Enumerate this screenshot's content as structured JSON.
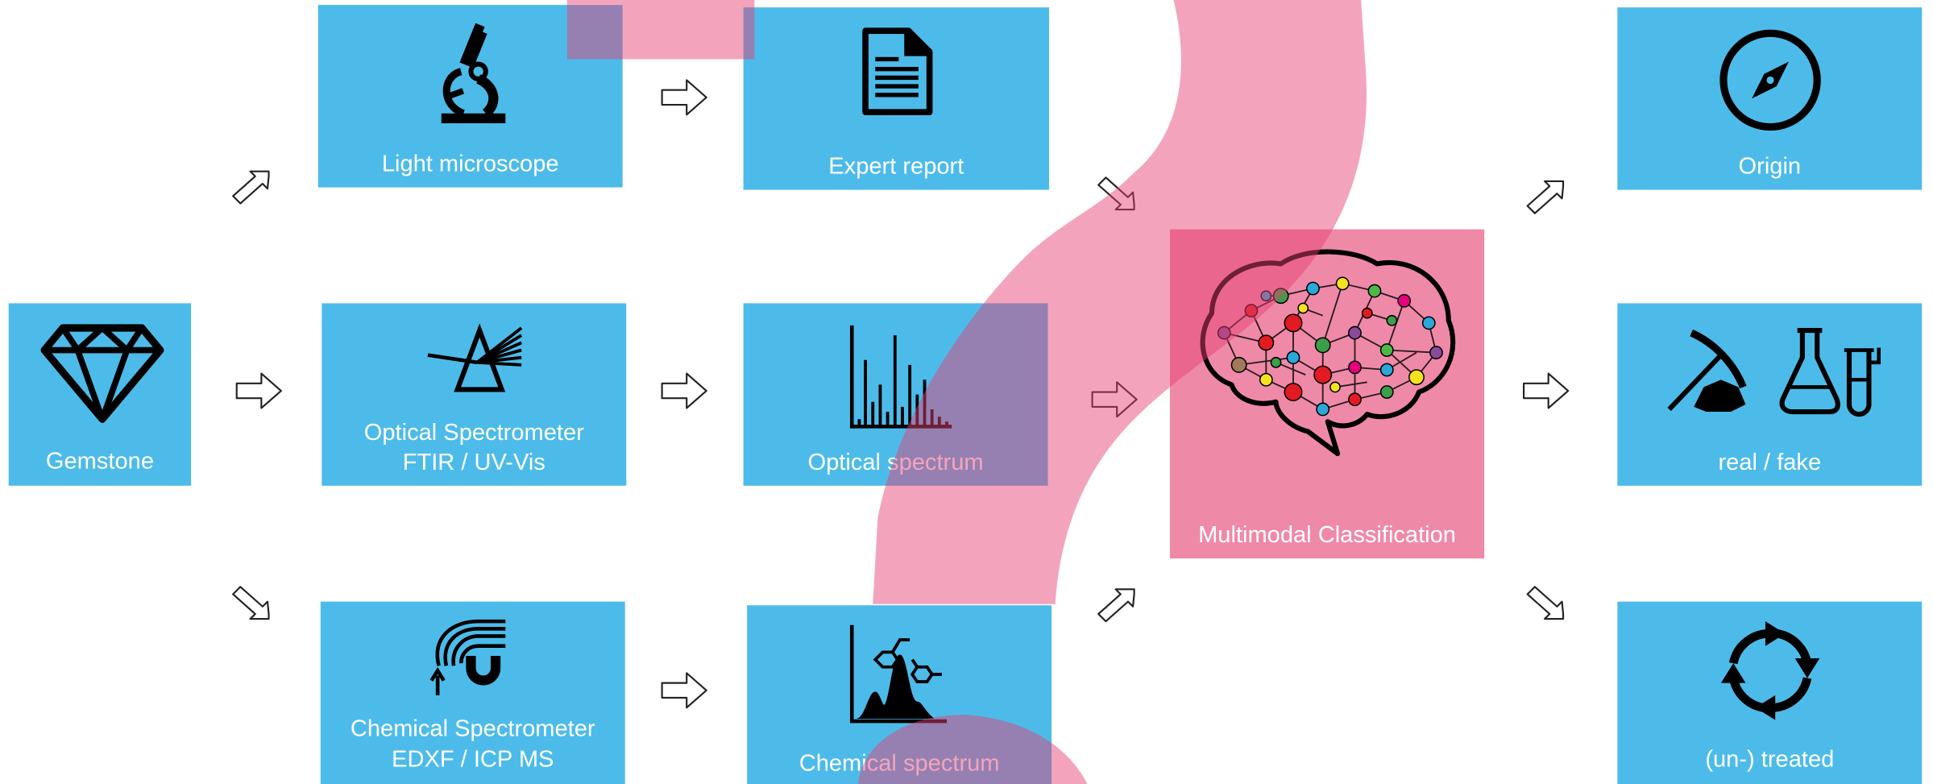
{
  "labels": {
    "gemstone": "Gemstone",
    "light_microscope": "Light microscope",
    "optical_spectrometer_1": "Optical Spectrometer",
    "optical_spectrometer_2": "FTIR / UV-Vis",
    "chemical_spectrometer_1": "Chemical Spectrometer",
    "chemical_spectrometer_2": "EDXF / ICP MS",
    "expert_report": "Expert report",
    "optical_spectrum": "Optical spectrum",
    "chemical_spectrum": "Chemical spectrum",
    "multimodal_classification": "Multimodal Classification",
    "origin": "Origin",
    "real_fake": "real / fake",
    "untreated": "(un-) treated"
  },
  "icons": {
    "gemstone": "diamond-icon",
    "light_microscope": "microscope-icon",
    "optical_spectrometer": "prism-icon",
    "chemical_spectrometer": "magnet-icon",
    "expert_report": "document-icon",
    "optical_spectrum": "spectrum-peaks-icon",
    "chemical_spectrum": "chemical-chart-icon",
    "multimodal_classification": "brain-network-icon",
    "origin": "compass-icon",
    "real_fake": "pickaxe-flask-icon",
    "untreated": "cycle-arrows-icon"
  },
  "colors": {
    "box_fill": "#4dbbea",
    "highlight_fill": "#e54172",
    "question_mark": "#e54172",
    "text": "#ffffff",
    "icon": "#000000"
  }
}
